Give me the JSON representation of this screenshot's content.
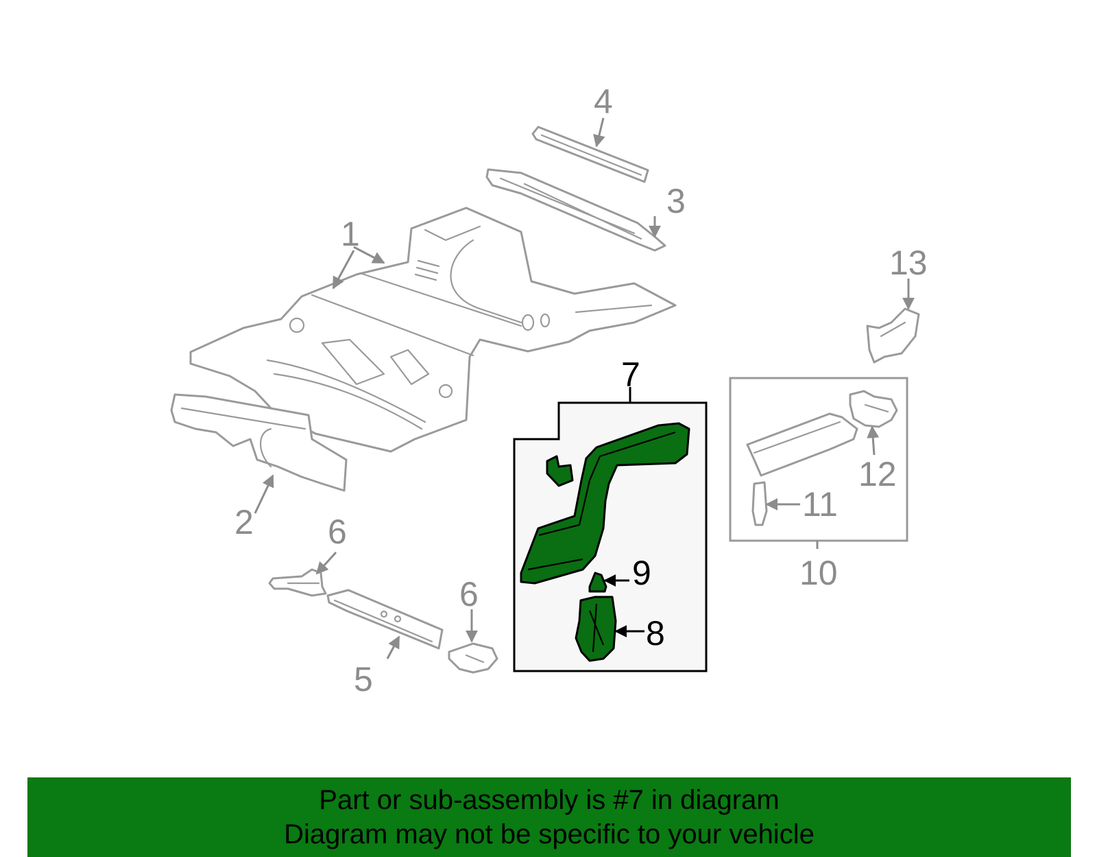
{
  "callouts": {
    "c1": "1",
    "c2": "2",
    "c3": "3",
    "c4": "4",
    "c5": "5",
    "c6a": "6",
    "c6b": "6",
    "c7": "7",
    "c8": "8",
    "c9": "9",
    "c10": "10",
    "c11": "11",
    "c12": "12",
    "c13": "13"
  },
  "highlight_part": "7",
  "colors": {
    "highlight": "#0a6e12",
    "banner": "#0a7a12",
    "outline": "#9a9a9a"
  },
  "banner": {
    "line1": "Part or sub-assembly is #7 in diagram",
    "line2": "Diagram may not be specific to your vehicle"
  }
}
